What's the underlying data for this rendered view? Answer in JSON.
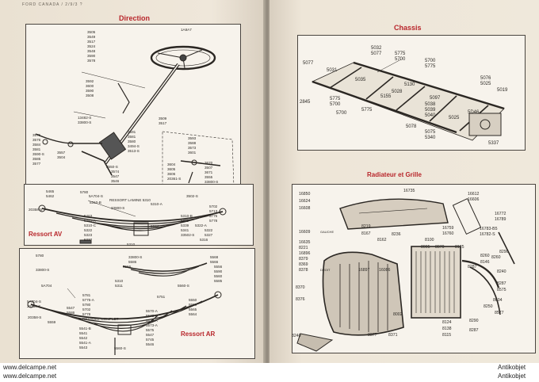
{
  "header": {
    "running_title": "FORD CANADA   /   2/9/3 ?"
  },
  "panels": {
    "direction": {
      "title": "Direction",
      "labels": [
        "1A8A7",
        "3505",
        "3549",
        "3517",
        "3524",
        "3548",
        "3590",
        "3578",
        "3592",
        "3600",
        "3590",
        "3508",
        "13482-S",
        "3509",
        "3517",
        "33800-S",
        "3591",
        "3575",
        "3576",
        "3584",
        "3581",
        "3590-S",
        "3585",
        "3577",
        "3581",
        "3580",
        "3494-S",
        "3513-S",
        "3504",
        "3557",
        "3550-S",
        "3574",
        "3547",
        "3546",
        "3593",
        "3588",
        "3573",
        "3670",
        "3507",
        "3671",
        "3555",
        "33800-S",
        "3604",
        "3605",
        "3606",
        "3601",
        "20361-S"
      ]
    },
    "ressort_av": {
      "title": "Ressort AV",
      "labels": [
        "5465",
        "5462",
        "5780",
        "5A704-S",
        "RESSORT LAMINE 5310",
        "5310-B",
        "5310-A",
        "3502-S",
        "20358-S",
        "33800-S",
        "5702",
        "5713",
        "5775",
        "5778",
        "5322-A",
        "5322",
        "5327",
        "5316",
        "33502-S",
        "5341",
        "5339",
        "5311",
        "5310-B",
        "5310",
        "5463",
        "5310-A",
        "5310-C",
        "5322",
        "5323",
        "5337",
        "5344"
      ]
    },
    "ressort_ar": {
      "title": "Ressort AR",
      "labels": [
        "5780",
        "33800-S",
        "5A704",
        "5781",
        "5775-A",
        "5780",
        "5702",
        "5778",
        "RESSORT COMPLET",
        "5556",
        "5310",
        "5311",
        "33800-S",
        "5586",
        "5556",
        "5590",
        "5560",
        "5585",
        "5560-S",
        "5568",
        "5566",
        "5550",
        "20358-S",
        "5559",
        "5751",
        "5570-A",
        "5573-B",
        "5572-A",
        "5573-A",
        "5575",
        "5547",
        "5745",
        "5546",
        "5541-B",
        "5541",
        "5542",
        "5541-A",
        "5543",
        "5560-S",
        "5586",
        "5547",
        "5A704-S",
        "20358-S",
        "5550",
        "5565",
        "5564"
      ]
    },
    "chassis": {
      "title": "Chassis",
      "labels": [
        "5032",
        "5077",
        "5775",
        "5700",
        "5700",
        "5775",
        "5077",
        "5031",
        "5035",
        "5130",
        "5028",
        "5155",
        "5097",
        "5038",
        "5039",
        "5040",
        "5076",
        "5025",
        "5019",
        "5D46",
        "5025",
        "2845",
        "5775",
        "5700",
        "5700",
        "5775",
        "5078",
        "5075",
        "5340",
        "5337"
      ]
    },
    "radiateur": {
      "title": "Radiateur et Grille",
      "labels": [
        "16850",
        "16624",
        "16608",
        "16735",
        "16612",
        "16606",
        "16759",
        "16772",
        "16789",
        "16783-B5",
        "16782-S",
        "16760",
        "8219",
        "8167",
        "8236",
        "8162",
        "8100",
        "8005",
        "8070",
        "8125",
        "8290",
        "8260",
        "8146",
        "8287",
        "8240",
        "8575",
        "8287",
        "8604",
        "8250",
        "8124",
        "8290",
        "8138",
        "8287",
        "8577",
        "16609",
        "16635",
        "8221",
        "16896",
        "8379",
        "8369",
        "8378",
        "8370",
        "8376",
        "8377",
        "8371",
        "8260",
        "8002",
        "16897",
        "16086",
        "8115",
        "8240"
      ],
      "side_labels": [
        "GAUCHE",
        "DROIT"
      ]
    }
  },
  "footer": {
    "left_top": "www.delcampe.net",
    "left_bottom": "www.delcampe.net",
    "right_top": "Antikobjet",
    "right_bottom": "Antikobjet"
  }
}
